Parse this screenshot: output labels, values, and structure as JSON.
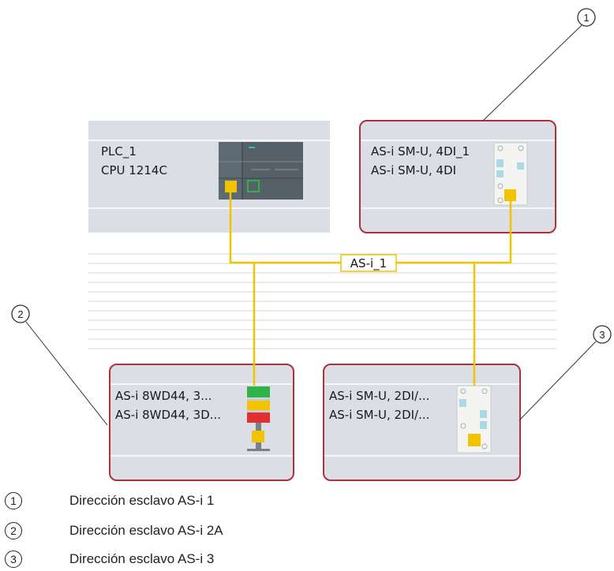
{
  "devices": {
    "plc": {
      "line1": "PLC_1",
      "line2": "CPU 1214C"
    },
    "slave1": {
      "line1": "AS-i SM-U, 4DI_1",
      "line2": "AS-i SM-U, 4DI"
    },
    "slave2": {
      "line1": "AS-i 8WD44, 3...",
      "line2": "AS-i 8WD44, 3D..."
    },
    "slave3": {
      "line1": "AS-i SM-U, 2DI/...",
      "line2": "AS-i SM-U, 2DI/..."
    }
  },
  "network": {
    "label": "AS-i_1"
  },
  "callouts": {
    "c1": "1",
    "c2": "2",
    "c3": "3"
  },
  "legend": [
    {
      "num": "1",
      "text": "Dirección esclavo AS-i 1"
    },
    {
      "num": "2",
      "text": "Dirección esclavo AS-i 2A"
    },
    {
      "num": "3",
      "text": "Dirección esclavo AS-i 3"
    }
  ],
  "colors": {
    "bus": "#f2c300",
    "highlight_border": "#b0303a",
    "panel_fill": "#dcdee6",
    "module_body": "#566069",
    "port_yellow": "#f2c300",
    "port_green": "#34b04a",
    "lamp_green": "#2fb34a",
    "lamp_yellow": "#f2c300",
    "lamp_red": "#e03030"
  }
}
